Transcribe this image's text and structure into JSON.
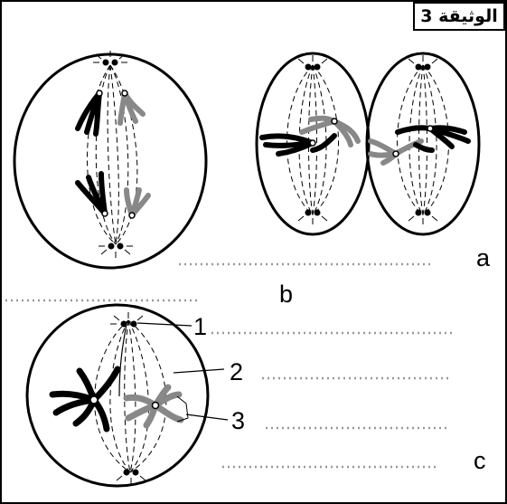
{
  "document": {
    "title": "الوثيقة 3"
  },
  "figure": {
    "labels": {
      "a": "a",
      "b": "b",
      "c": "c",
      "n1": "1",
      "n2": "2",
      "n3": "3"
    }
  }
}
